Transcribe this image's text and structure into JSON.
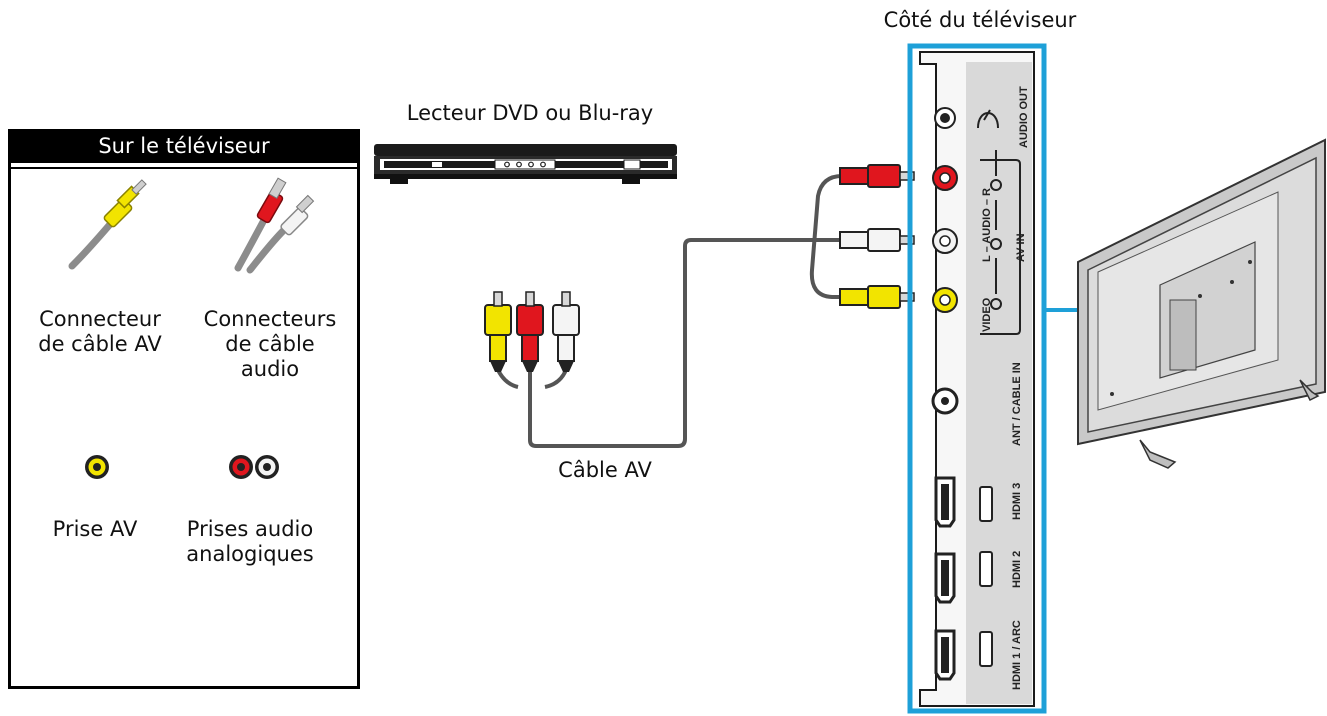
{
  "legend": {
    "title": "Sur le téléviseur",
    "items": [
      {
        "label_line1": "Connecteur",
        "label_line2": "de câble AV",
        "label_line3": ""
      },
      {
        "label_line1": "Connecteurs",
        "label_line2": "de câble",
        "label_line3": "audio"
      },
      {
        "label_line1": "Prise AV",
        "label_line2": "",
        "label_line3": ""
      },
      {
        "label_line1": "Prises audio",
        "label_line2": "analogiques",
        "label_line3": ""
      }
    ]
  },
  "labels": {
    "dvd_player": "Lecteur DVD ou Blu-ray",
    "tv_side": "Côté du téléviseur",
    "av_cable": "Câble AV"
  },
  "panel": {
    "audio_out": "AUDIO OUT",
    "audio_lr": "L – AUDIO – R",
    "av_in": "AV IN",
    "video": "VIDEO",
    "ant_cable_in": "ANT / CABLE IN",
    "hdmi3": "HDMI 3",
    "hdmi2": "HDMI 2",
    "hdmi1": "HDMI 1 / ARC"
  },
  "colors": {
    "frame_blue": "#1ea0d8",
    "yellow": "#f2e400",
    "red": "#e0161e",
    "white": "#f4f4f4",
    "cable": "#555555"
  }
}
